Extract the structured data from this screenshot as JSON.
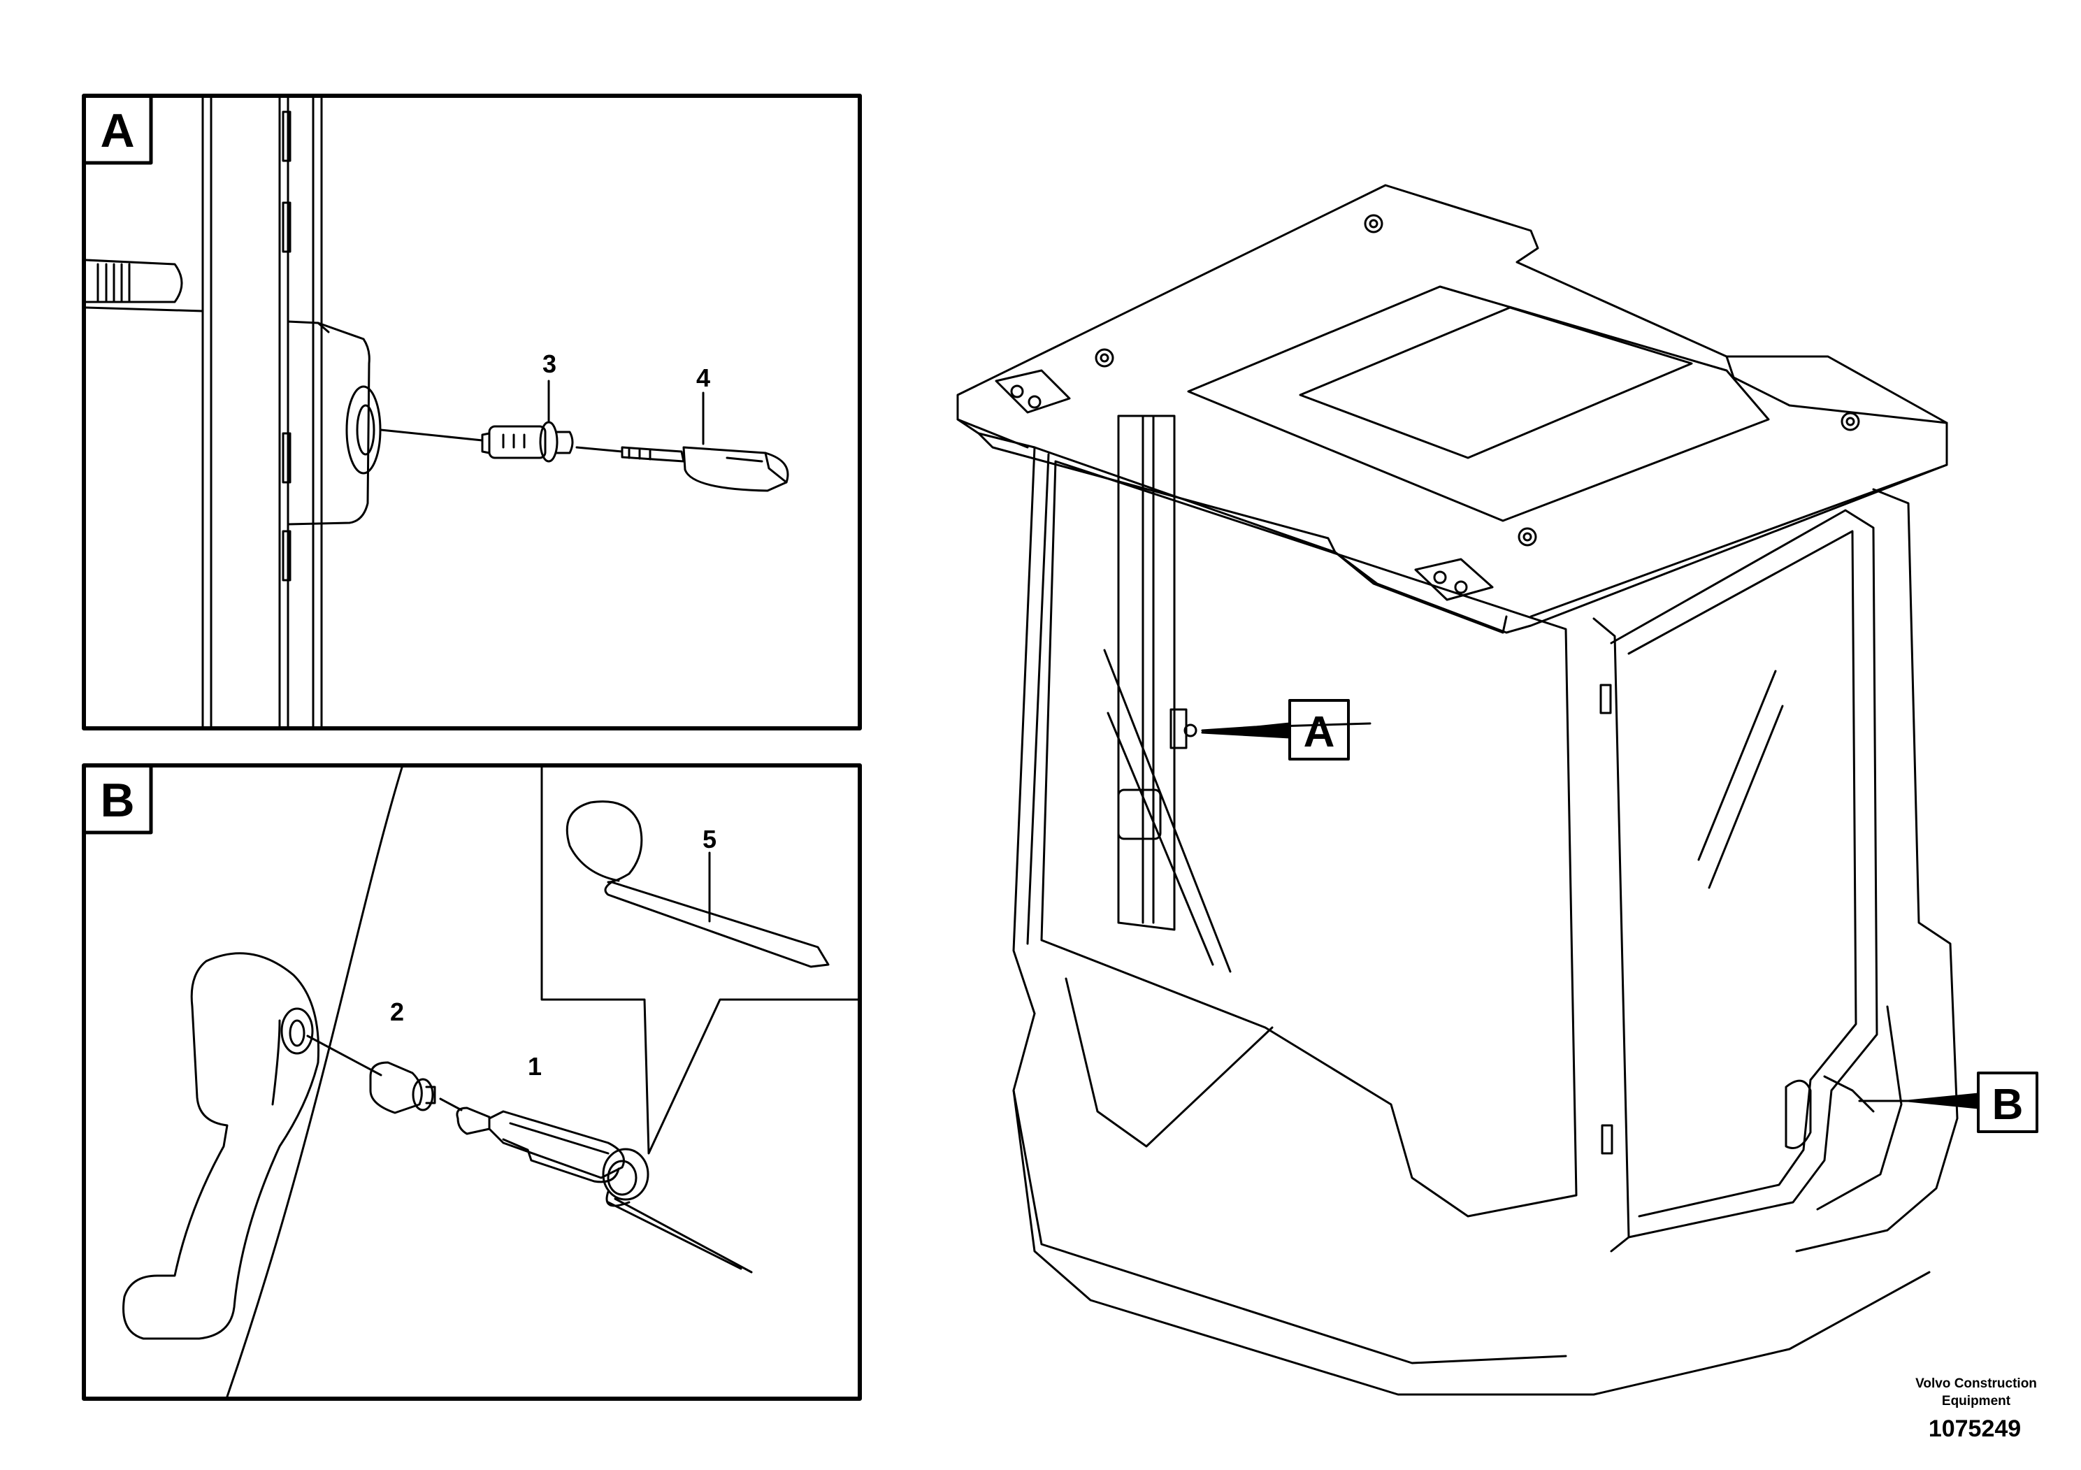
{
  "panels": {
    "a": {
      "letter": "A"
    },
    "b": {
      "letter": "B"
    }
  },
  "callouts": {
    "part_1": "1",
    "part_2": "2",
    "part_3": "3",
    "part_4": "4",
    "part_5": "5"
  },
  "cab_markers": {
    "a": "A",
    "b": "B"
  },
  "footer": {
    "company_line1": "Volvo Construction",
    "company_line2": "Equipment",
    "drawing_number": "1075249"
  }
}
